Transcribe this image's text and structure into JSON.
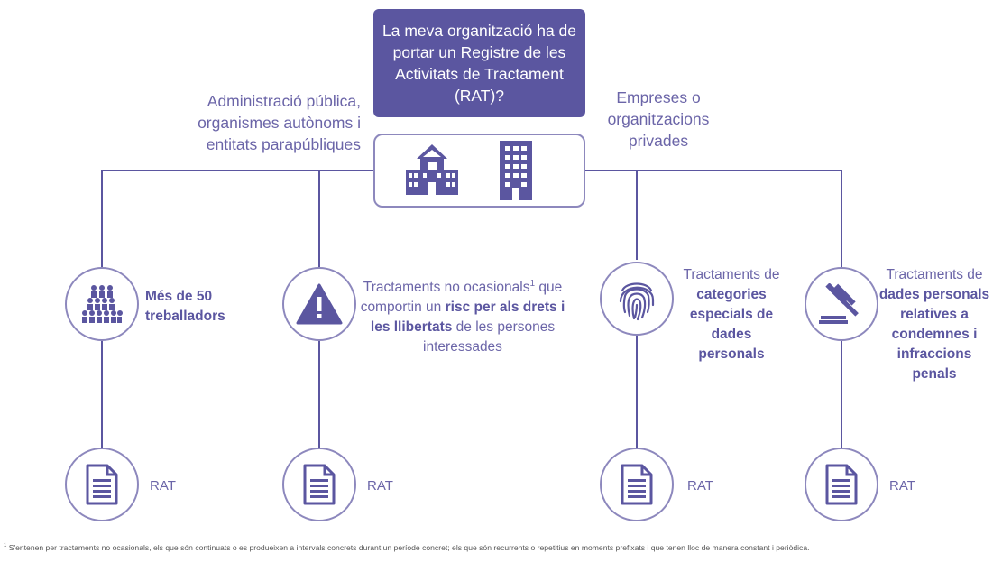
{
  "title": "La meva organització ha de portar un Registre de les Activitats de Tractament (RAT)?",
  "left_branch": "Administració pública, organismes autònoms i entitats parapúbliques",
  "right_branch": "Empreses o organitzacions privades",
  "icons": {
    "public": "public-building-icon",
    "private": "office-tower-icon",
    "workers": "people-group-icon",
    "risk": "warning-triangle-icon",
    "special": "fingerprint-icon",
    "criminal": "gavel-icon",
    "document": "document-icon"
  },
  "criteria": {
    "workers": {
      "bold": "Més de 50 treballadors"
    },
    "risk": {
      "pre": "Tractaments no ocasionals",
      "sup": "1",
      "mid": " que comportin un ",
      "bold": "risc per als drets i les llibertats",
      "post": " de les persones interessades"
    },
    "special": {
      "pre": "Tractaments de ",
      "bold": "categories especials de dades personals"
    },
    "criminal": {
      "pre": "Tractaments de ",
      "bold": "dades personals relatives a condemnes i infraccions penals"
    }
  },
  "result_label": "RAT",
  "footnote": {
    "sup": "1",
    "text": " S'entenen per tractaments no ocasionals, els que són continuats o es produeixen a intervals concrets durant un període concret; els que són recurrents o repetitius en moments prefixats i que tenen lloc de manera constant i periòdica."
  },
  "colors": {
    "primary": "#5b56a0",
    "border": "#8d88bd",
    "text": "#6b65a8"
  }
}
